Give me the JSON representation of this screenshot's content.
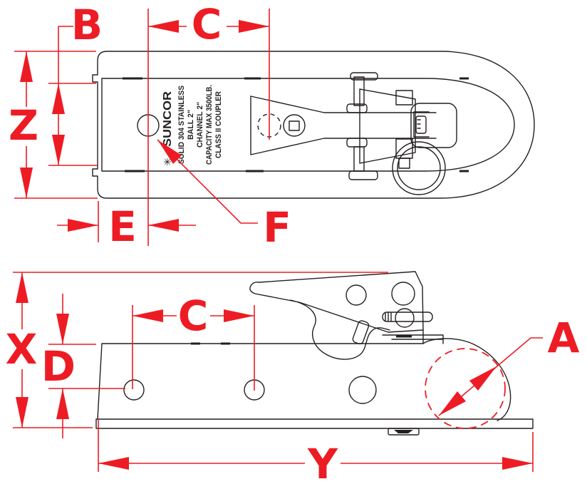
{
  "drawing": {
    "type": "technical-drawing",
    "part": "trailer coupler, two orthographic views",
    "colors": {
      "dimension_red": "#ed1c24",
      "drawing_black": "#231f20",
      "background": "#ffffff"
    }
  },
  "labels": {
    "a": "A",
    "b": "B",
    "c": "C",
    "d": "D",
    "e": "E",
    "f": "F",
    "x": "X",
    "y": "Y",
    "z": "Z"
  },
  "engraving": {
    "logo": "✳",
    "brand": "SUNCOR",
    "line1": "SOLID 304 STAINLESS",
    "line2": "BALL 2\"",
    "line3": "CHANNEL 2\"",
    "line4": "CAPACITY MAX 3500LB.",
    "line5": "CLASS II COUPLER"
  }
}
